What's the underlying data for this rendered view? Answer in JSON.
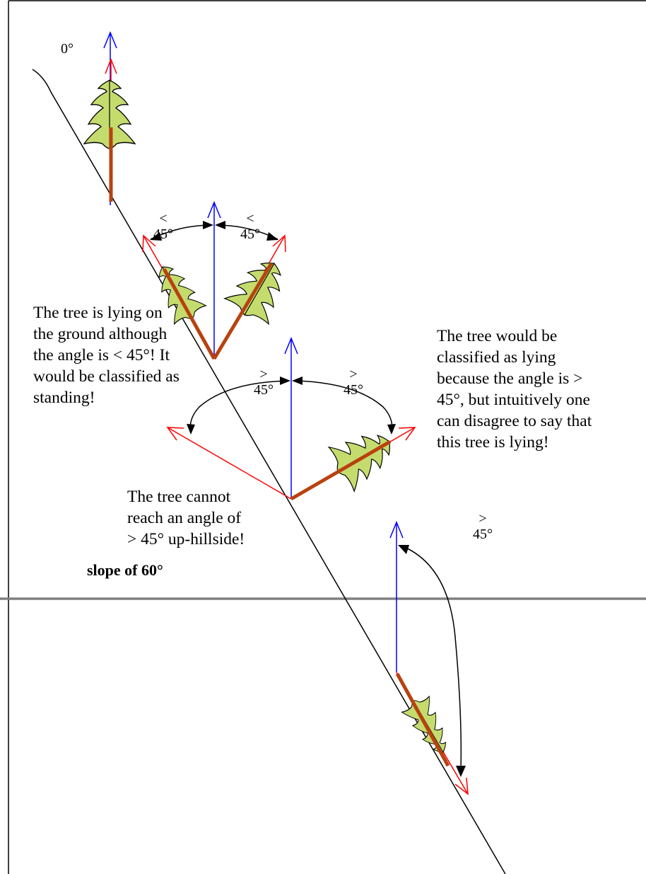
{
  "colors": {
    "vertical_arrow": "#0000ff",
    "tree_axis_arrow": "#ff0000",
    "trunk": "#b8420f",
    "foliage": "#c4dc6e",
    "angle_arc": "#000000",
    "slope_line": "#000000",
    "horizon_line": "#808080"
  },
  "icons": [
    "tree-icon"
  ],
  "labels": {
    "angle_zero": "0°",
    "left_lt": "<",
    "left_lt_val": "45°",
    "right_lt": "<",
    "right_lt_val": "45°",
    "left_gt": ">",
    "left_gt_val": "45°",
    "right_gt": ">",
    "right_gt_val": "45°",
    "bottom_gt": ">",
    "bottom_gt_val": "45°",
    "slope": "slope of 60°"
  },
  "notes": {
    "left": "The tree is lying on the ground although the angle is < 45°! It would be classified as standing!",
    "middle": "The tree cannot reach an angle of > 45° up-hillside!",
    "right": "The tree would be classified as lying because the angle is > 45°, but intuitively one can disagree to say that this tree is lying!"
  }
}
